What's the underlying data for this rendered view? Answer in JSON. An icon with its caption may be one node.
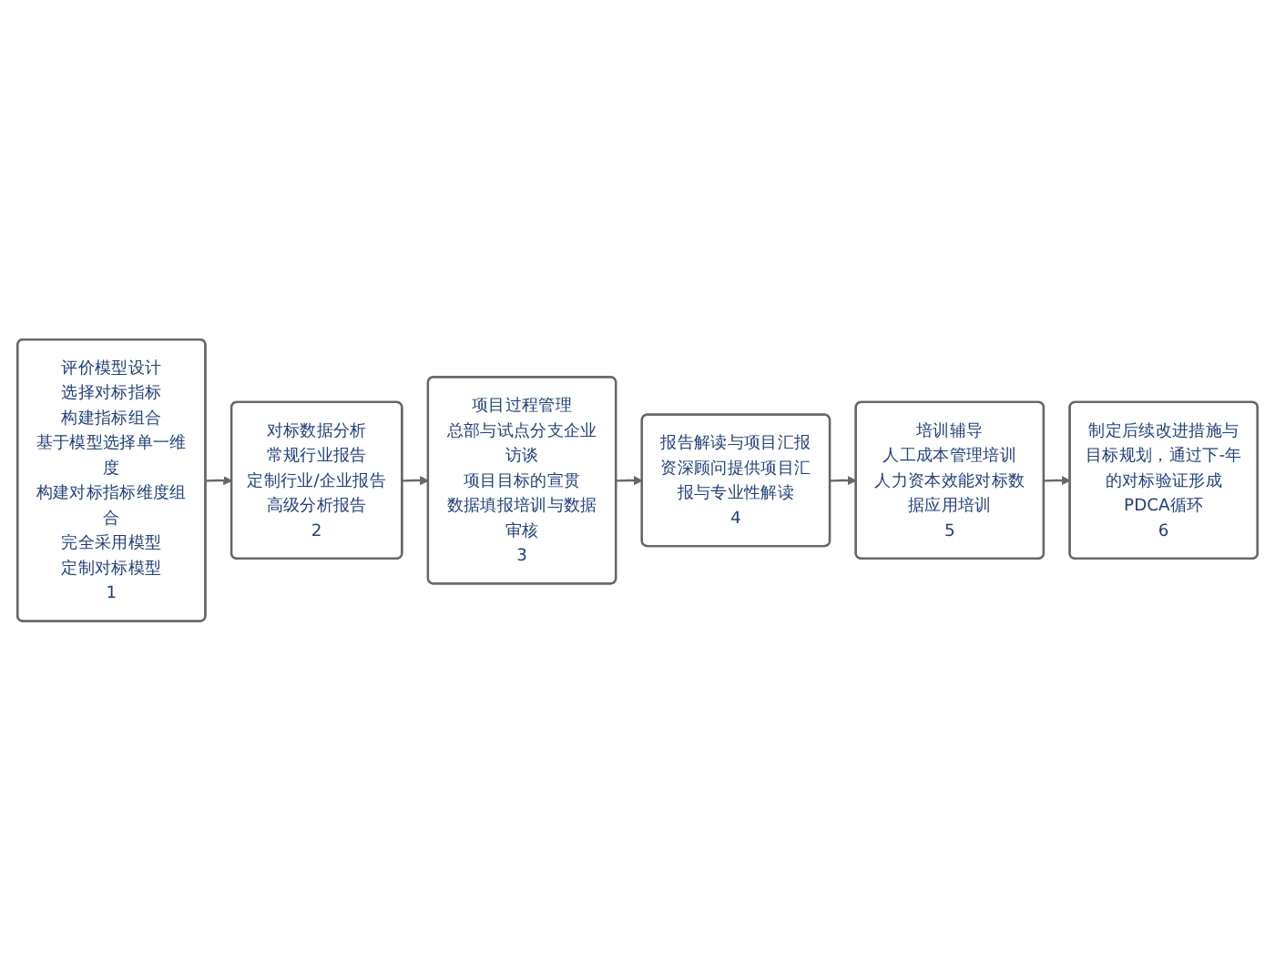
{
  "diagram": {
    "nodes": [
      {
        "text": [
          "评价模型设计",
          "选择对标指标",
          "构建指标组合",
          "基于模型选择单一维度",
          "构建对标指标维度组合",
          "完全采用模型",
          "定制对标模型",
          "1"
        ]
      },
      {
        "text": [
          "对标数据分析",
          "常规行业报告",
          "定制行业/企业报告",
          "高级分析报告",
          "2"
        ]
      },
      {
        "text": [
          "项目过程管理",
          "总部与试点分支企业访谈",
          "项目目标的宣贯",
          "数据填报培训与数据审核",
          "3"
        ]
      },
      {
        "text": [
          "报告解读与项目汇报",
          "资深顾问提供项目汇报与专业性解读",
          "4"
        ]
      },
      {
        "text": [
          "培训辅导",
          "人工成本管理培训",
          "人力资本效能对标数据应用培训",
          "5"
        ]
      },
      {
        "text": [
          "制定后续改进措施与目标规划，通过下-年的对标验证形成PDCA循环",
          "6"
        ]
      }
    ],
    "edges": [
      {
        "from": 0,
        "to": 1,
        "arrow": "to"
      },
      {
        "from": 1,
        "to": 2,
        "arrow": "to"
      },
      {
        "from": 2,
        "to": 3,
        "arrow": "to"
      },
      {
        "from": 3,
        "to": 4,
        "arrow": "to"
      },
      {
        "from": 4,
        "to": 5,
        "arrow": "to"
      }
    ]
  }
}
